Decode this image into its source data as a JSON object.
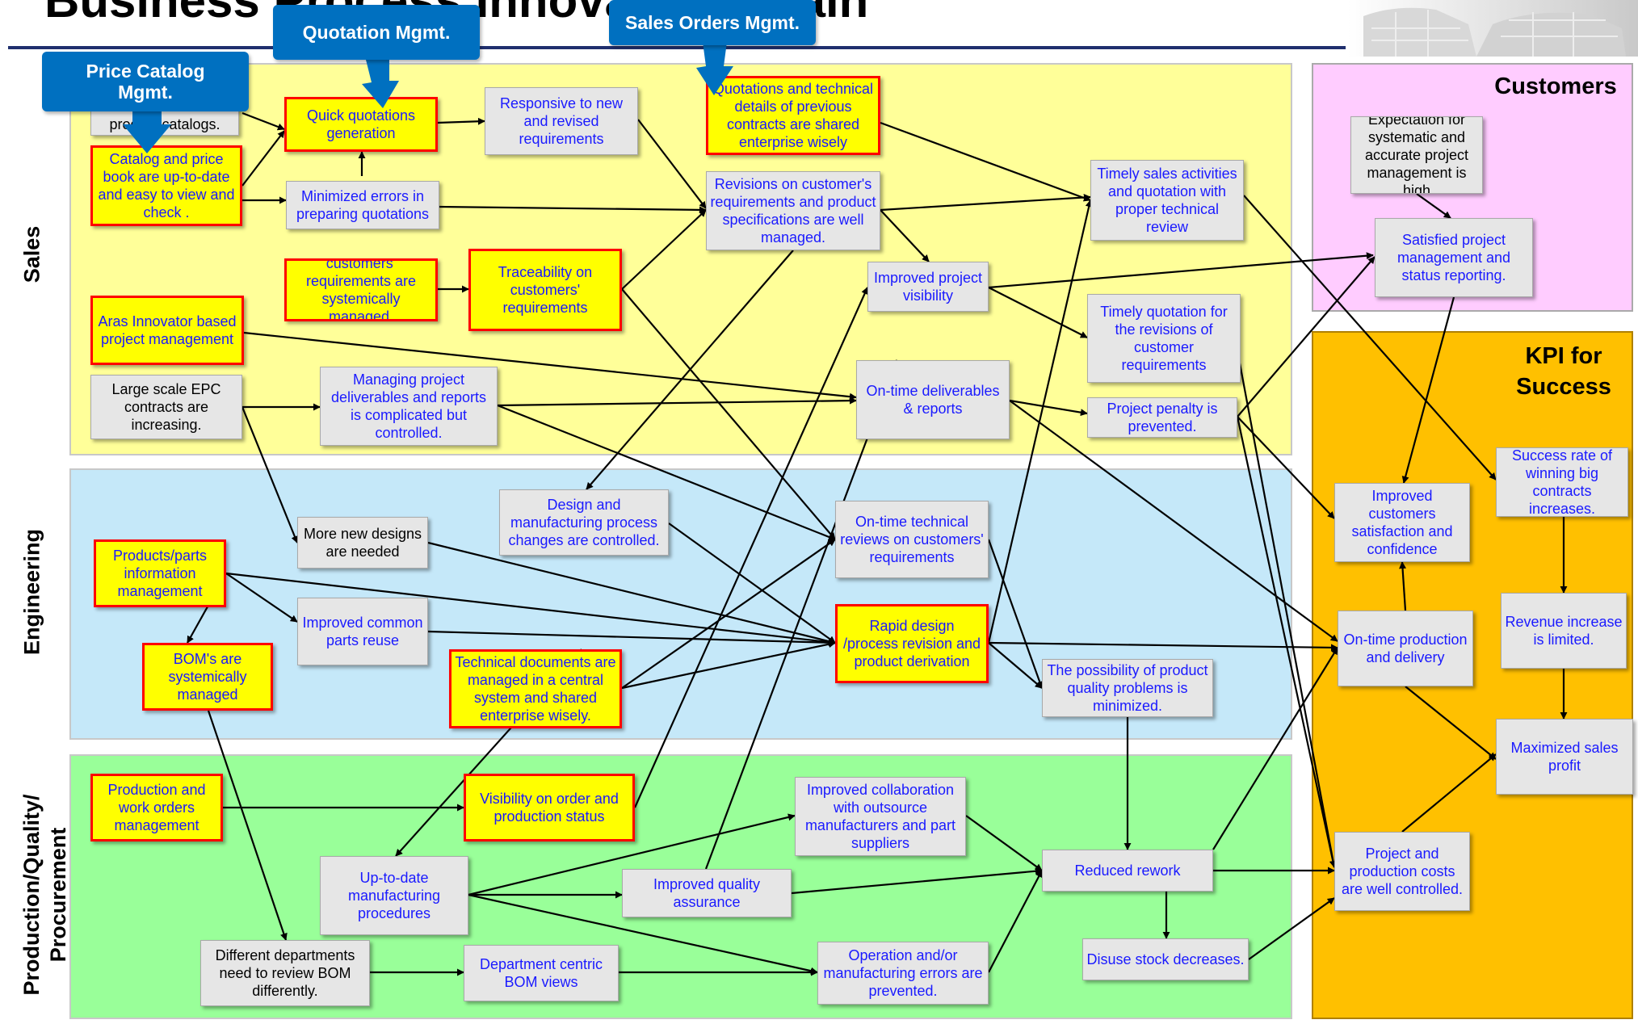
{
  "title": "Business Process Innovation Chain",
  "lanes": {
    "sales": "Sales",
    "engineering": "Engineering",
    "production": "Production/Quality/\nProcurement",
    "customers": "Customers",
    "kpi": "KPI for\nSuccess"
  },
  "colors": {
    "sales_band": "#ffff99",
    "engineering_band": "#c5e8f9",
    "production_band": "#99ff99",
    "customers_band": "#ffccff",
    "kpi_band": "#ffc000",
    "highlight_fill": "#ffff00",
    "highlight_border": "#ff0000",
    "node_text": "#1a1aff",
    "callout": "#0070c0"
  },
  "callouts": {
    "price_catalog": "Price Catalog\nMgmt.",
    "quotation": "Quotation Mgmt.",
    "sales_orders": "Sales Orders Mgmt."
  },
  "nodes": {
    "catalogs": "product catalogs.",
    "catalog_price": "Catalog and price book are up-to-date and easy to view and check .",
    "quick_quotes": "Quick quotations generation",
    "responsive": "Responsive to new and revised requirements",
    "prev_contracts": "Quotations and technical details of previous contracts are shared enterprise wisely",
    "min_errors": "Minimized errors in preparing quotations",
    "revisions": "Revisions on customer's requirements and product specifications are well managed.",
    "timely_sales": "Timely sales activities and quotation with proper technical review",
    "cust_req": "customers' requirements are systemically managed.",
    "traceability": "Traceability on customers' requirements",
    "proj_visibility": "Improved project visibility",
    "aras": "Aras Innovator based project management",
    "timely_quote": "Timely quotation for the revisions of customer requirements",
    "large_epc": "Large scale EPC contracts are increasing.",
    "managing_deliv": "Managing project deliverables and reports is complicated but controlled.",
    "ontime_deliv": "On-time deliverables & reports",
    "penalty": "Project penalty is prevented.",
    "design_mfg": "Design and manufacturing process changes are controlled.",
    "new_designs": "More new designs are needed",
    "tech_reviews": "On-time technical reviews on customers' requirements",
    "products_parts": "Products/parts information management",
    "common_parts": "Improved common parts reuse",
    "rapid_design": "Rapid design /process revision and product derivation",
    "bom": "BOM's are systemically managed",
    "tech_docs": "Technical documents are managed in a central system and shared enterprise wisely.",
    "quality_problems": "The possibility of product quality problems is minimized.",
    "prod_orders": "Production and work orders management",
    "visibility_orders": "Visibility on order and production status",
    "collab": "Improved collaboration with outsource manufacturers and part suppliers",
    "mfg_procedures": "Up-to-date manufacturing procedures",
    "quality_assurance": "Improved quality assurance",
    "reduced_rework": "Reduced rework",
    "diff_depts": "Different departments need to review BOM differently.",
    "dept_bom": "Department centric BOM views",
    "op_errors": "Operation and/or manufacturing errors are prevented.",
    "disuse_stock": "Disuse stock decreases.",
    "expectation": "Expectation for systematic and accurate project management is high",
    "satisfied": "Satisfied project management and status reporting.",
    "improved_cust": "Improved customers satisfaction and confidence",
    "success_rate": "Success rate of winning big contracts increases.",
    "ontime_prod": "On-time production and delivery",
    "revenue": "Revenue increase is limited.",
    "max_profit": "Maximized  sales profit",
    "costs": "Project and production costs are well controlled."
  }
}
